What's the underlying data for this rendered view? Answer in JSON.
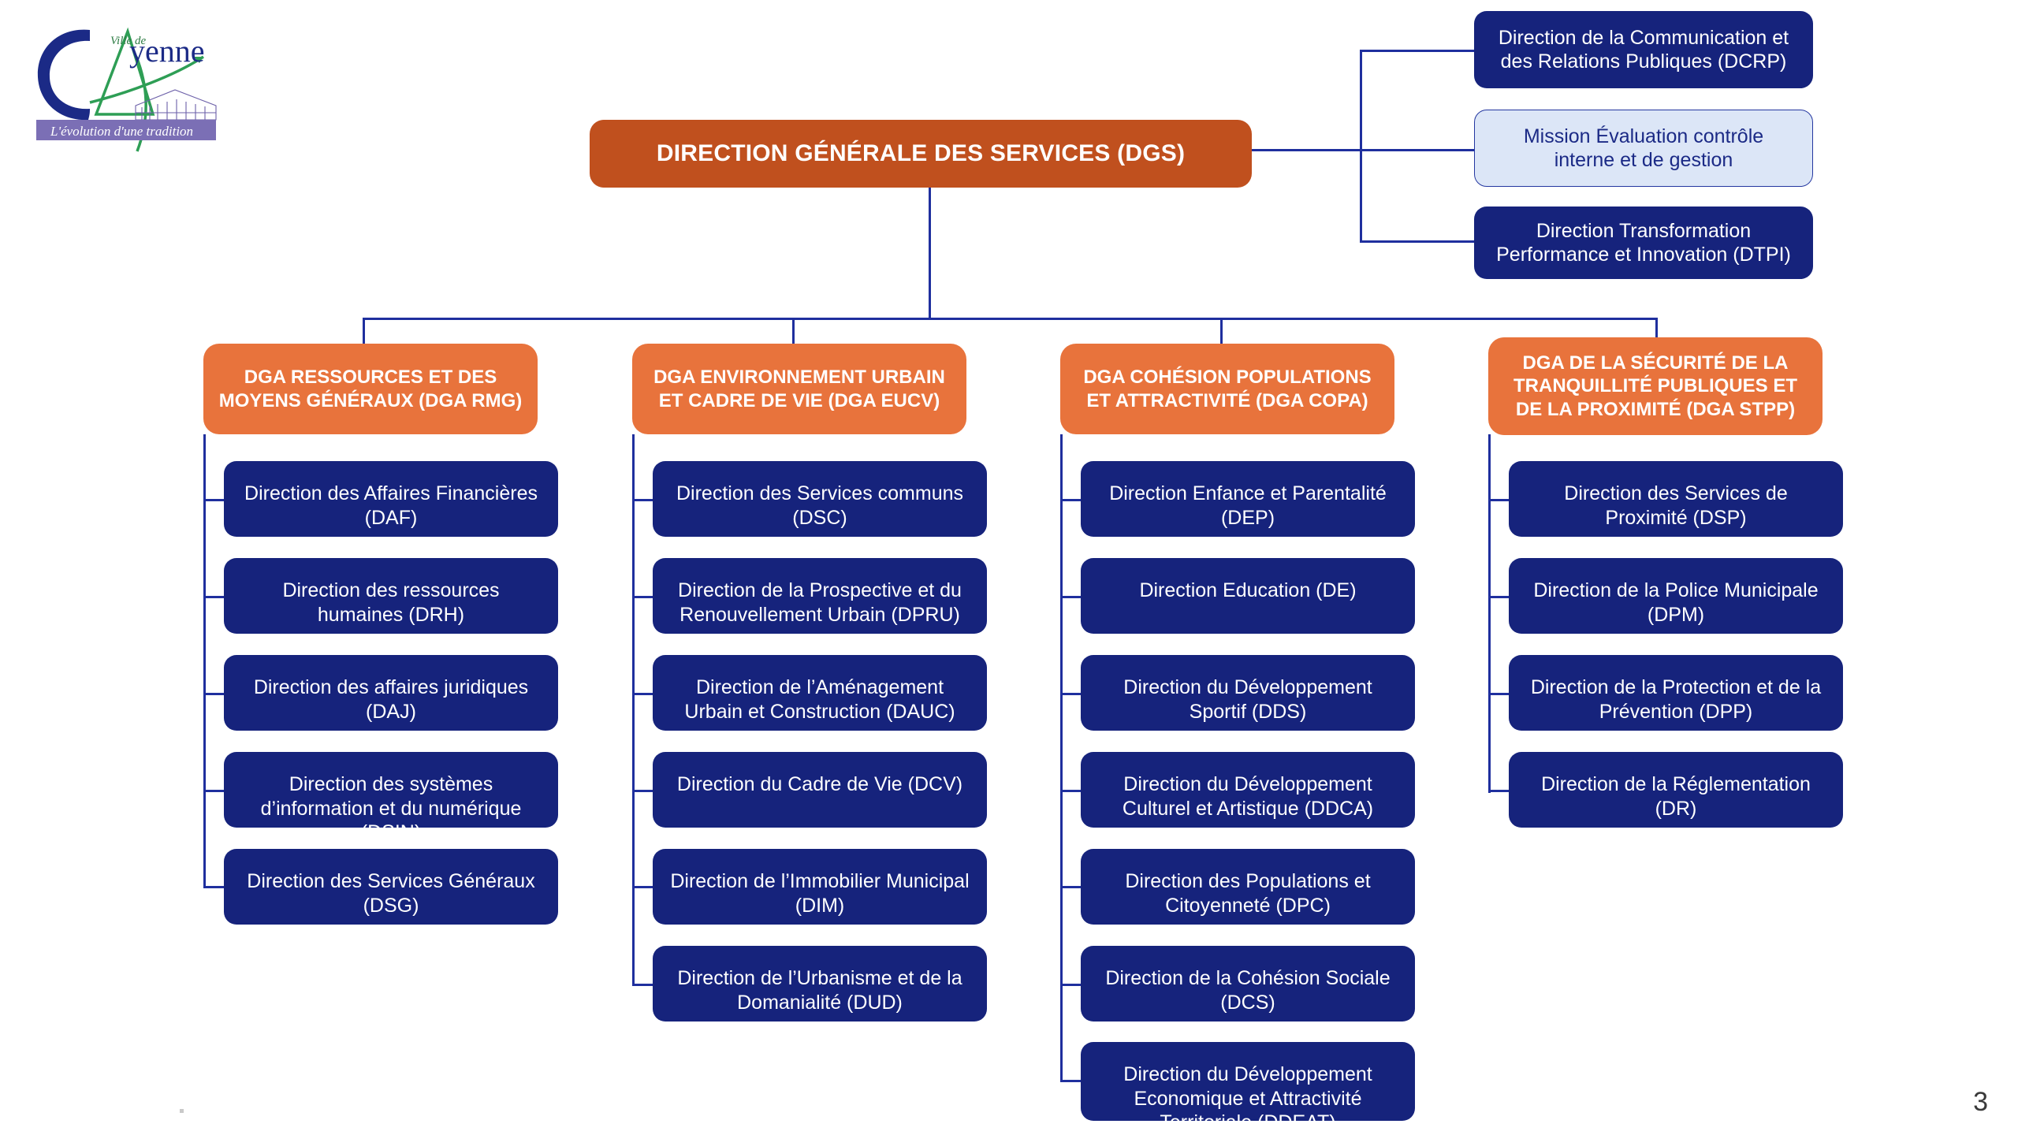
{
  "logo": {
    "alt": "ville-de-cayenne-logo",
    "city_word": "yenne",
    "top_text": "Ville de",
    "tagline": "L'évolution d'une tradition"
  },
  "page": {
    "number": "3"
  },
  "colors": {
    "root_orange": "#C0501E",
    "dga_orange": "#E8733C",
    "navy": "#16237C",
    "light_blue": "#DCE6F7",
    "connector": "#1F2F9E",
    "white": "#FFFFFF"
  },
  "root": {
    "label": "DIRECTION GÉNÉRALE DES SERVICES (DGS)"
  },
  "staff": [
    {
      "label": "Direction de la Communication et des Relations Publiques (DCRP)",
      "style": "navy"
    },
    {
      "label": "Mission Évaluation contrôle interne et de gestion",
      "style": "light"
    },
    {
      "label": "Direction Transformation Performance et Innovation (DTPI)",
      "style": "navy"
    }
  ],
  "columns": [
    {
      "header": "DGA RESSOURCES ET DES MOYENS GÉNÉRAUX (DGA RMG)",
      "children": [
        {
          "label": "Direction des Affaires Financières (DAF)"
        },
        {
          "label": "Direction des ressources humaines (DRH)"
        },
        {
          "label": "Direction des affaires juridiques (DAJ)"
        },
        {
          "label": "Direction des systèmes d’information et du numérique (DSIN)"
        },
        {
          "label": "Direction des Services Généraux (DSG)"
        }
      ]
    },
    {
      "header": "DGA ENVIRONNEMENT URBAIN ET CADRE DE VIE (DGA EUCV)",
      "children": [
        {
          "label": "Direction des Services communs (DSC)"
        },
        {
          "label": "Direction de la Prospective et du Renouvellement Urbain (DPRU)"
        },
        {
          "label": "Direction de l’Aménagement Urbain et Construction (DAUC)"
        },
        {
          "label": "Direction du Cadre de Vie (DCV)"
        },
        {
          "label": "Direction de l’Immobilier Municipal (DIM)"
        },
        {
          "label": "Direction de l’Urbanisme et de la Domanialité (DUD)"
        }
      ]
    },
    {
      "header": "DGA COHÉSION POPULATIONS ET ATTRACTIVITÉ (DGA COPA)",
      "children": [
        {
          "label": "Direction Enfance et Parentalité (DEP)"
        },
        {
          "label": "Direction Education (DE)"
        },
        {
          "label": "Direction du Développement Sportif (DDS)"
        },
        {
          "label": "Direction du Développement Culturel et Artistique (DDCA)"
        },
        {
          "label": "Direction des Populations et Citoyenneté (DPC)"
        },
        {
          "label": "Direction de la Cohésion Sociale (DCS)"
        },
        {
          "label": "Direction du Développement Economique et Attractivité Territoriale (DDEAT)"
        }
      ]
    },
    {
      "header": "DGA DE LA SÉCURITÉ DE LA TRANQUILLITÉ PUBLIQUES ET DE LA PROXIMITÉ (DGA STPP)",
      "children": [
        {
          "label": "Direction des Services de Proximité (DSP)"
        },
        {
          "label": "Direction de la Police Municipale (DPM)"
        },
        {
          "label": "Direction de la Protection et de la Prévention (DPP)"
        },
        {
          "label": "Direction de la Réglementation (DR)"
        }
      ]
    }
  ]
}
